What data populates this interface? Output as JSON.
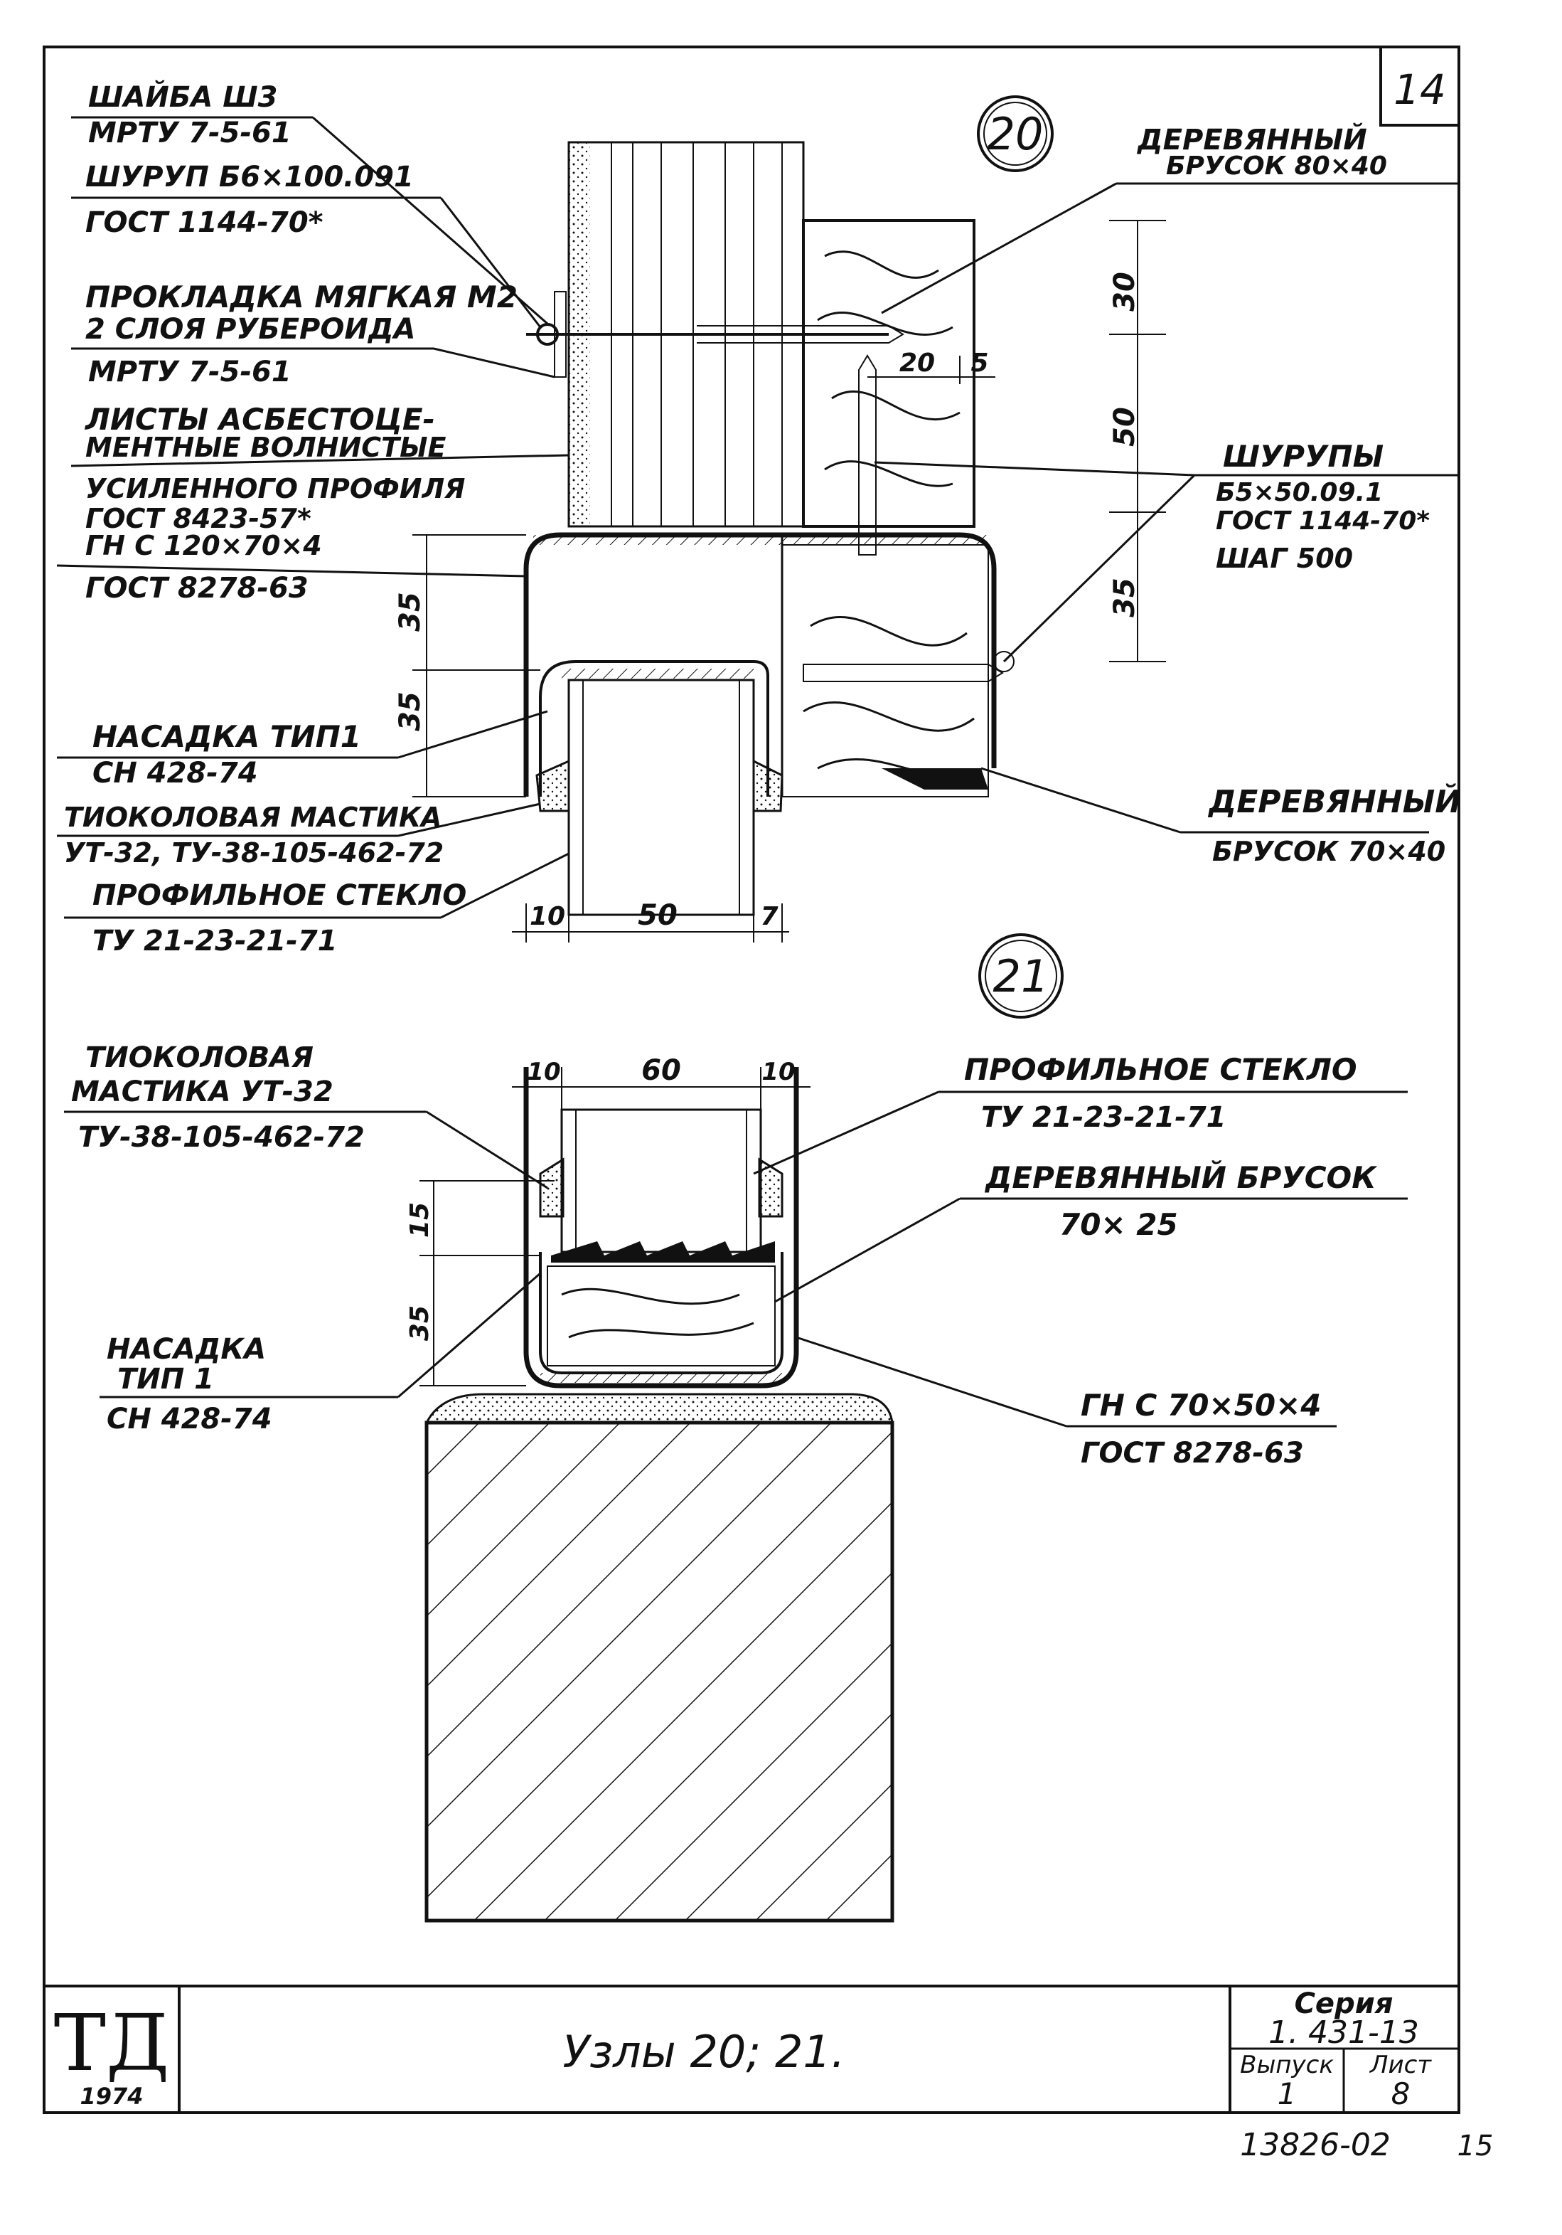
{
  "sheet_corner_number": "14",
  "node20": {
    "circle_label": "20",
    "labels": {
      "washer_1": "ШАЙБА Ш3",
      "washer_2": "МРТУ 7-5-61",
      "screw_1": "ШУРУП Б6×100.091",
      "screw_2": "ГОСТ 1144-70*",
      "gasket_1": "ПРОКЛАДКА МЯГКАЯ М2",
      "gasket_2": "2 СЛОЯ РУБЕРОИДА",
      "gasket_3": "МРТУ 7-5-61",
      "sheets_1": "ЛИСТЫ АСБЕСТОЦЕ-",
      "sheets_2": "МЕНТНЫЕ ВОЛНИСТЫЕ",
      "sheets_3": "УСИЛЕННОГО ПРОФИЛЯ",
      "sheets_4": "ГОСТ 8423-57*",
      "channel_1": "ГН С 120×70×4",
      "channel_2": "ГОСТ 8278-63",
      "cap_1": "НАСАДКА ТИП1",
      "cap_2": "СН 428-74",
      "mastic_1": "ТИОКОЛОВАЯ МАСТИКА",
      "mastic_2": "УТ-32, ТУ-38-105-462-72",
      "glass_1": "ПРОФИЛЬНОЕ СТЕКЛО",
      "glass_2": "ТУ 21-23-21-71",
      "bar80_1": "ДЕРЕВЯННЫЙ",
      "bar80_2": "БРУСОК 80×40",
      "screws_1": "ШУРУПЫ",
      "screws_2": "Б5×50.09.1",
      "screws_3": "ГОСТ 1144-70*",
      "screws_4": "ШАГ 500",
      "bar70_1": "ДЕРЕВЯННЫЙ",
      "bar70_2": "БРУСОК 70×40"
    },
    "dims": {
      "d30": "30",
      "d50v": "50",
      "d35r": "35",
      "d20": "20",
      "d5": "5",
      "d35a": "35",
      "d35b": "35",
      "d10": "10",
      "d50h": "50",
      "d7": "7"
    }
  },
  "node21": {
    "circle_label": "21",
    "labels": {
      "mastic_1": "ТИОКОЛОВАЯ",
      "mastic_2": "МАСТИКА УТ-32",
      "mastic_3": "ТУ-38-105-462-72",
      "glass_1": "ПРОФИЛЬНОЕ СТЕКЛО",
      "glass_2": "ТУ 21-23-21-71",
      "bar_1": "ДЕРЕВЯННЫЙ БРУСОК",
      "bar_2": "70× 25",
      "cap_1": "НАСАДКА",
      "cap_2": "ТИП 1",
      "cap_3": "СН 428-74",
      "channel_1": "ГН С 70×50×4",
      "channel_2": "ГОСТ 8278-63"
    },
    "dims": {
      "d10a": "10",
      "d60": "60",
      "d10b": "10",
      "d15": "15",
      "d35": "35"
    }
  },
  "title_block": {
    "logo": "ТД",
    "year": "1974",
    "title": "Узлы 20; 21.",
    "series_label": "Серия",
    "series_value": "1. 431-13",
    "issue_label": "Выпуск",
    "issue_value": "1",
    "sheet_label": "Лист",
    "sheet_value": "8"
  },
  "footer": {
    "inventory": "13826-02",
    "page": "15"
  }
}
